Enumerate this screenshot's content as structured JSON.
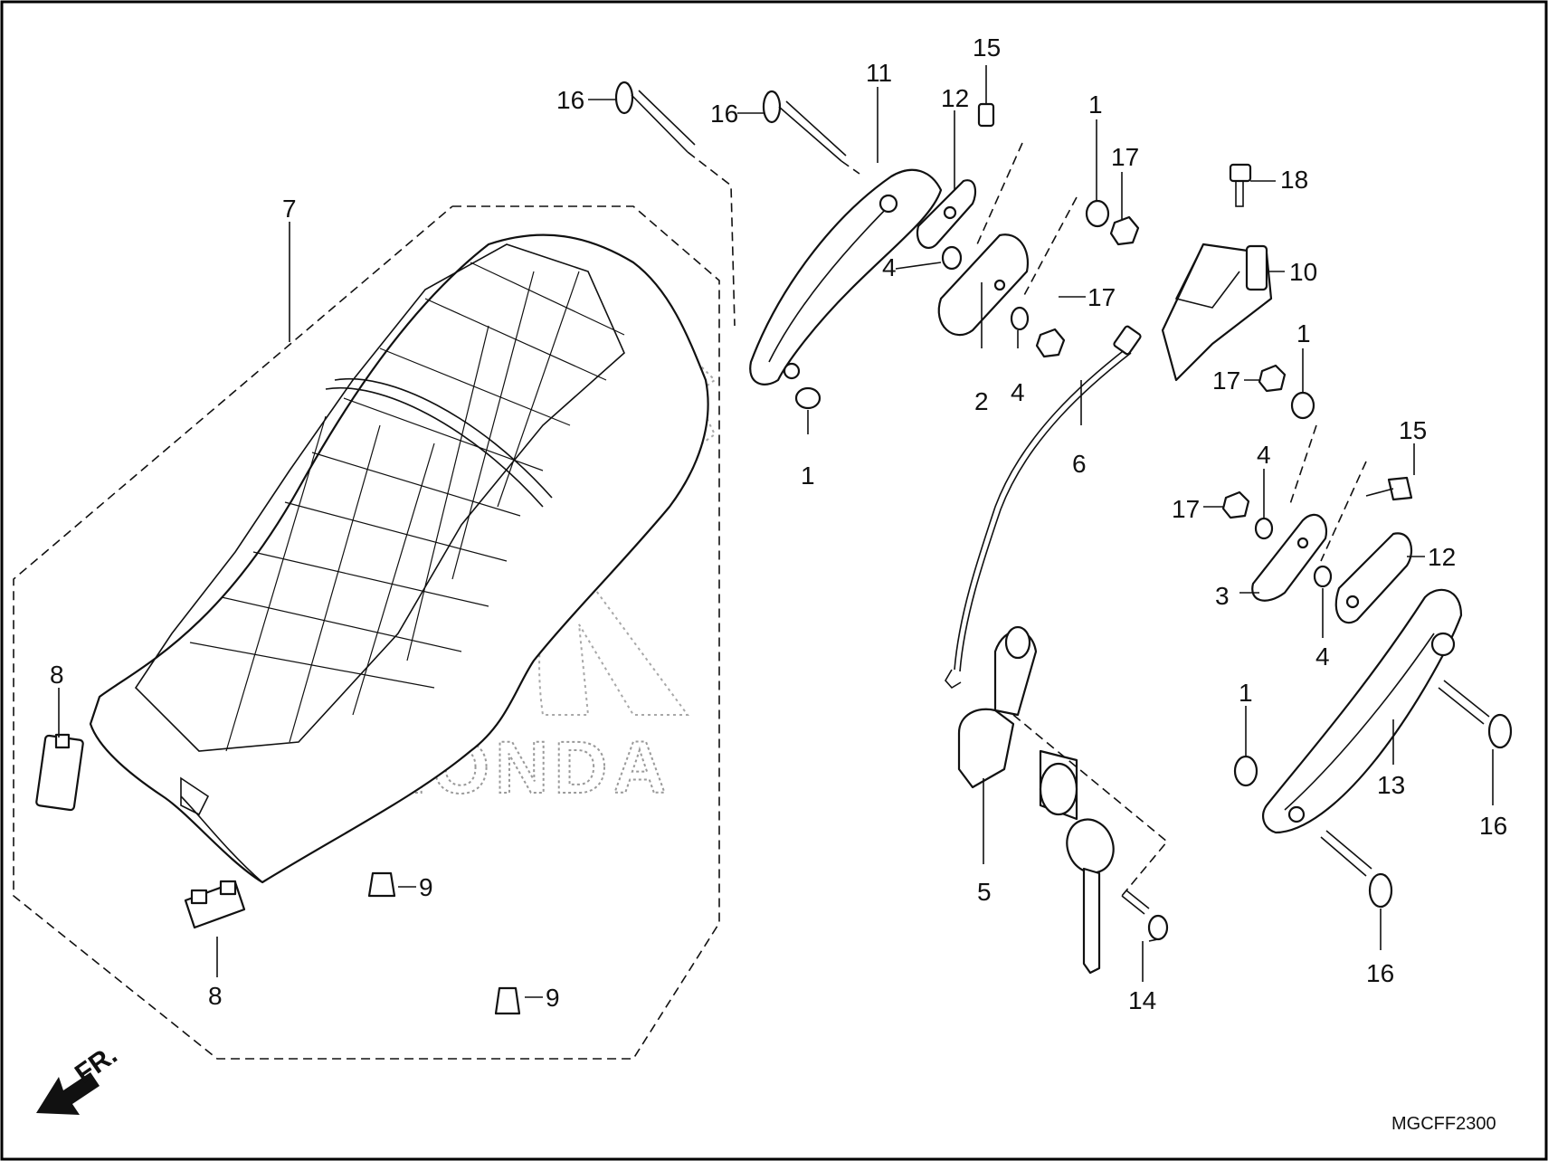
{
  "diagram": {
    "watermark": "HONDA",
    "front_indicator": "FR.",
    "drawing_code": "MGCFF2300",
    "callouts": {
      "c7": "7",
      "c8a": "8",
      "c8b": "8",
      "c9a": "9",
      "c9b": "9",
      "c16a": "16",
      "c16b": "16",
      "c11": "11",
      "c12a": "12",
      "c15a": "15",
      "c1a": "1",
      "c17a": "17",
      "c4a": "4",
      "c2": "2",
      "c4b": "4",
      "c17b": "17",
      "c1b": "1",
      "c6": "6",
      "c18": "18",
      "c10": "10",
      "c1c": "1",
      "c17c": "17",
      "c4c": "4",
      "c15b": "15",
      "c17d": "17",
      "c3": "3",
      "c12b": "12",
      "c4d": "4",
      "c1d": "1",
      "c13": "13",
      "c16c": "16",
      "c16d": "16",
      "c5": "5",
      "c14": "14"
    }
  }
}
